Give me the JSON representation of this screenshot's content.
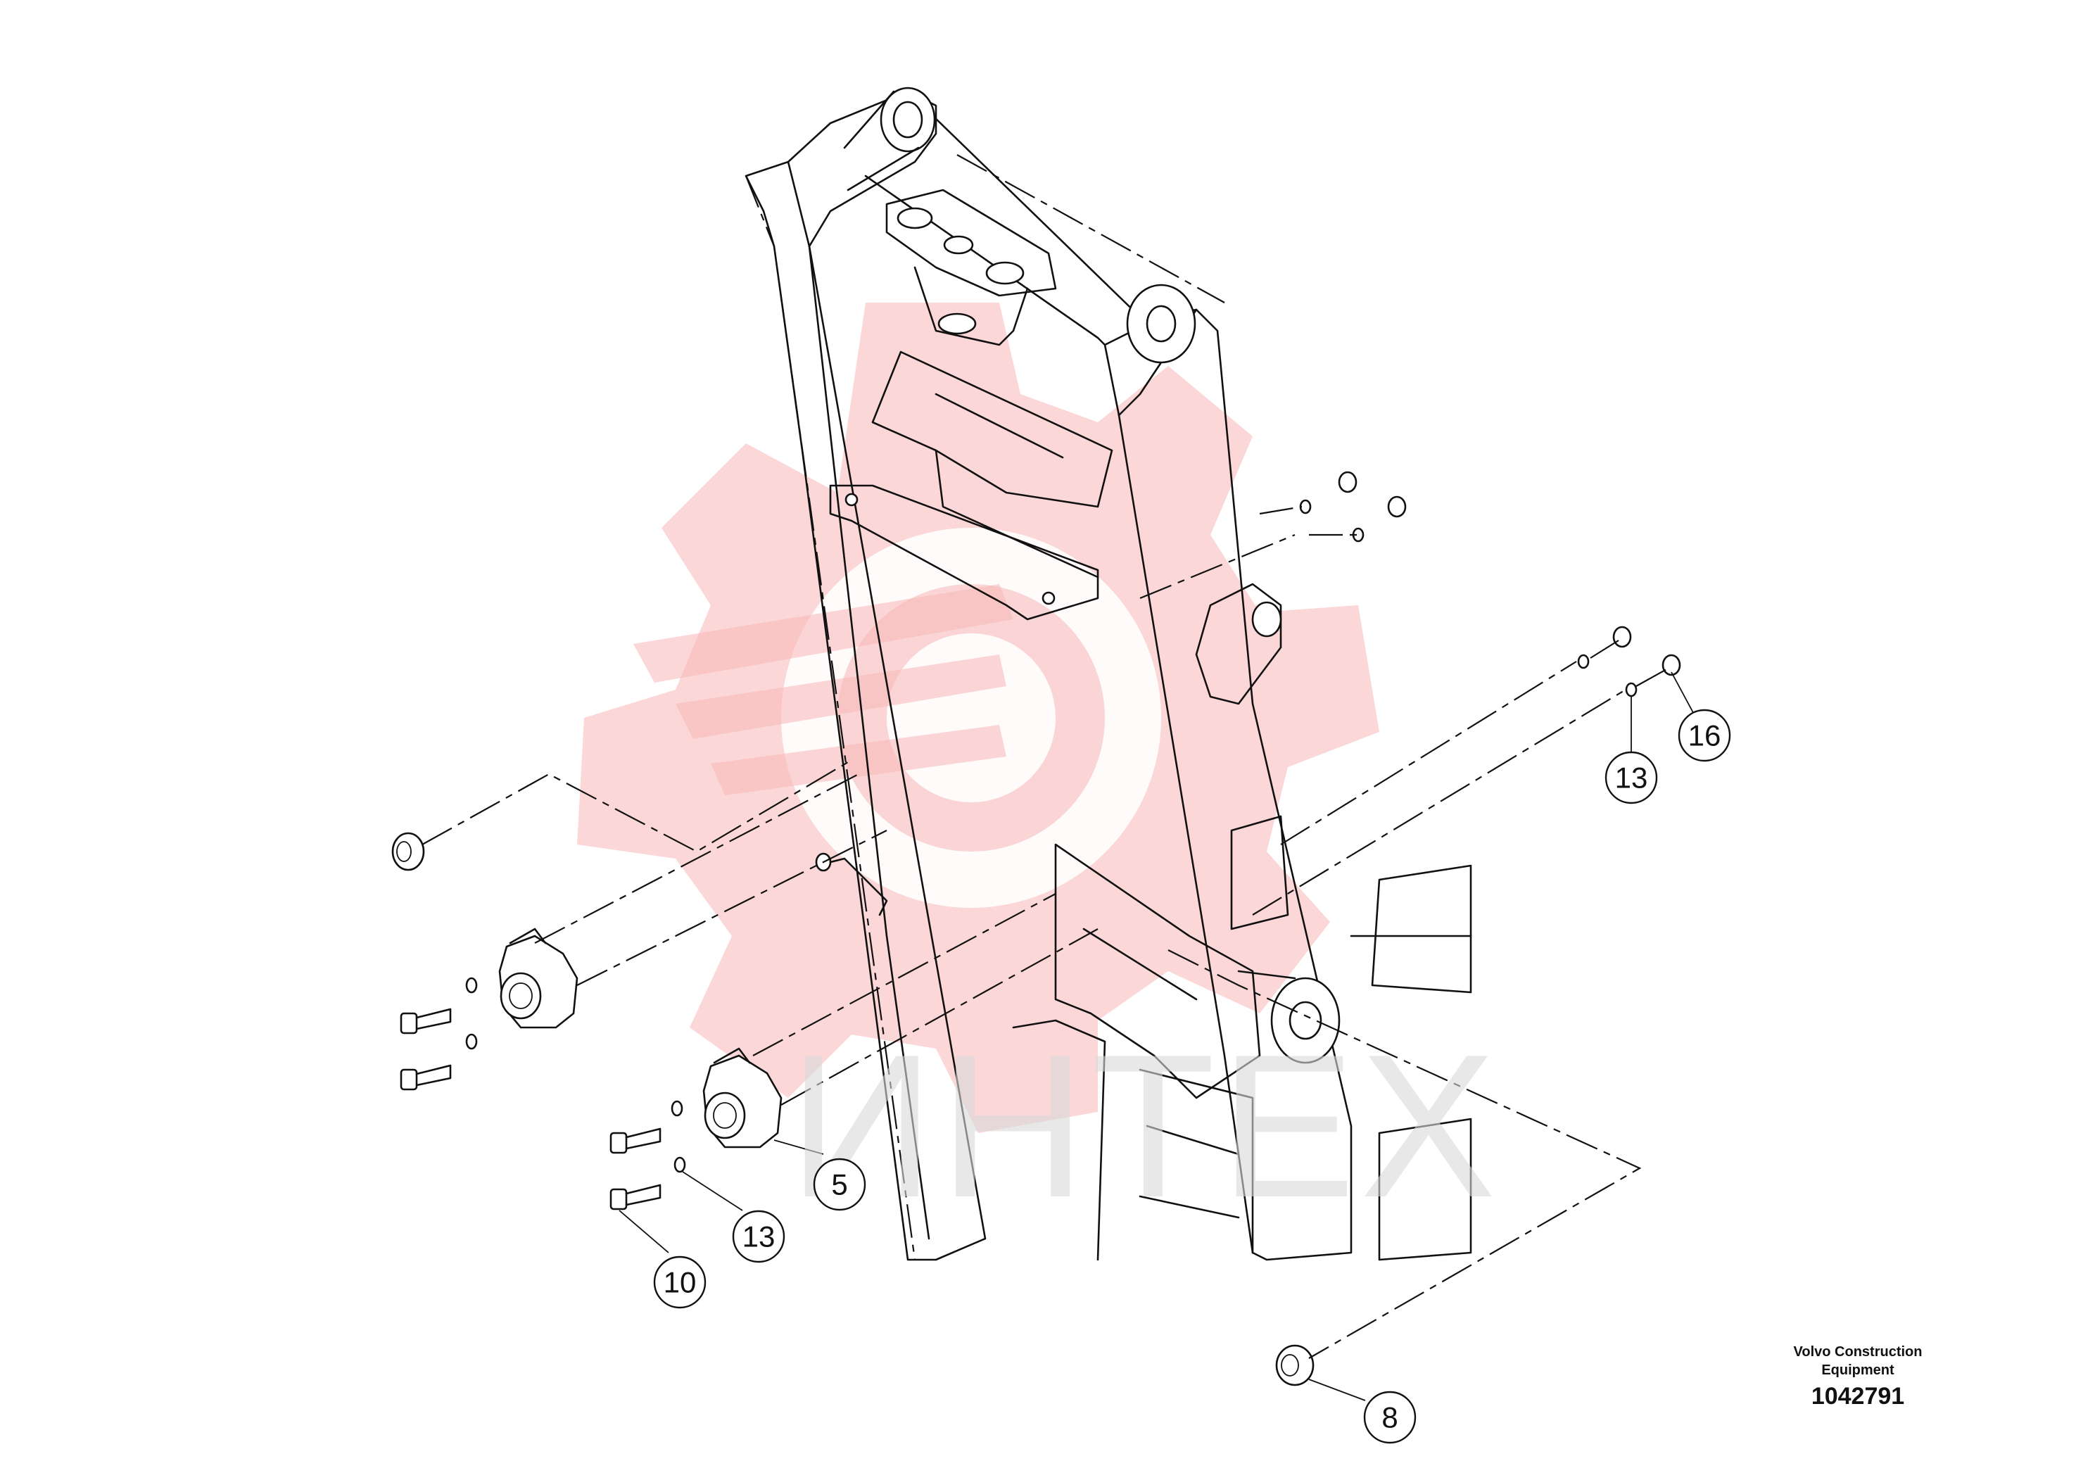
{
  "brand": {
    "line1": "Volvo Construction",
    "line2": "Equipment"
  },
  "drawing_number": "1042791",
  "watermark": {
    "text": "ИНТЕХ",
    "color": "#f7b7b7"
  },
  "callouts": [
    {
      "label": "16"
    },
    {
      "label": "13"
    },
    {
      "label": "5"
    },
    {
      "label": "13"
    },
    {
      "label": "10"
    },
    {
      "label": "8"
    }
  ],
  "icons": {
    "watermark": "gear-logo-icon"
  }
}
